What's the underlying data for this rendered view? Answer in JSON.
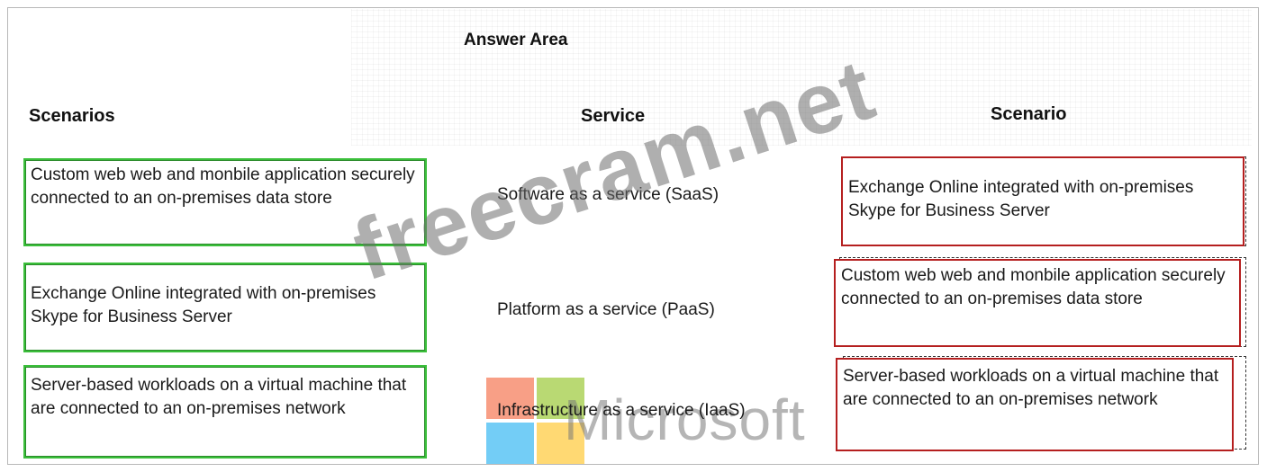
{
  "header": {
    "answer_area": "Answer Area",
    "scenarios_heading": "Scenarios",
    "service_heading": "Service",
    "scenario_heading": "Scenario"
  },
  "scenarios": [
    {
      "text": "Custom web web and monbile application securely connected to an on-premises data store"
    },
    {
      "text": "Exchange Online integrated with on-premises Skype for Business Server"
    },
    {
      "text": "Server-based workloads on a virtual machine that are connected to an on-premises network"
    }
  ],
  "services": [
    {
      "label": "Software as a service (SaaS)"
    },
    {
      "label": "Platform as a service (PaaS)"
    },
    {
      "label": "Infrastructure as a service (IaaS)"
    }
  ],
  "answers": [
    {
      "text": "Exchange Online integrated with on-premises Skype for Business Server"
    },
    {
      "text": "Custom web web and monbile application securely connected to an on-premises data store"
    },
    {
      "text": "Server-based workloads on a virtual machine that are connected to an on-premises network"
    }
  ],
  "watermark": {
    "text": "freecram.net"
  },
  "logo": {
    "wordmark": "Microsoft"
  },
  "colors": {
    "scenario_border": "#3bbf3b",
    "answer_border": "#b51f1f",
    "ms_red": "#f25022",
    "ms_green": "#7fba00",
    "ms_blue": "#00a4ef",
    "ms_yellow": "#ffb900"
  }
}
